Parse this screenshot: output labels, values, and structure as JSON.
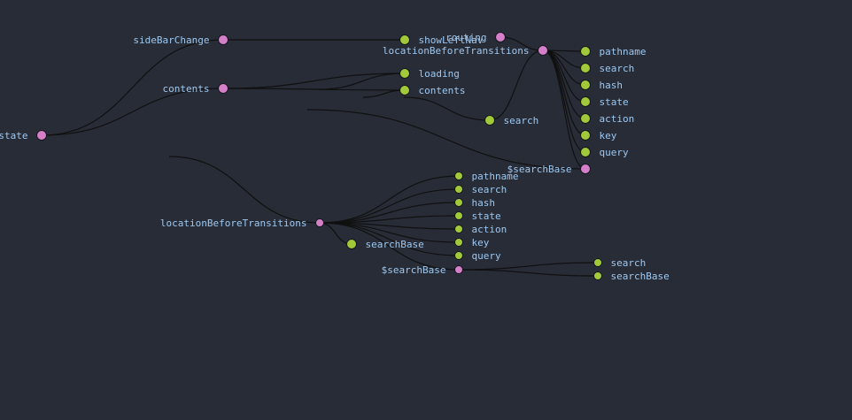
{
  "colors": {
    "background": "#282c37",
    "link": "#101010",
    "label": "#9ec8f0",
    "branch_node": "#d57fc9",
    "leaf_node": "#a2c93a",
    "node_stroke": "#15171d"
  },
  "nodes": [
    {
      "id": "state",
      "label": "state",
      "kind": "branch"
    },
    {
      "id": "sideBarChange",
      "label": "sideBarChange",
      "kind": "branch"
    },
    {
      "id": "contents",
      "label": "contents",
      "kind": "branch"
    },
    {
      "id": "showLeftNav",
      "label": "showLeftNav",
      "kind": "leaf"
    },
    {
      "id": "routing",
      "label": "routing",
      "kind": "branch"
    },
    {
      "id": "lbt_top",
      "label": "locationBeforeTransitions",
      "kind": "branch"
    },
    {
      "id": "loading",
      "label": "loading",
      "kind": "leaf"
    },
    {
      "id": "contents2",
      "label": "contents",
      "kind": "leaf"
    },
    {
      "id": "p1",
      "label": "pathname",
      "kind": "leaf"
    },
    {
      "id": "s1",
      "label": "search",
      "kind": "leaf"
    },
    {
      "id": "h1",
      "label": "hash",
      "kind": "leaf"
    },
    {
      "id": "st1",
      "label": "state",
      "kind": "leaf"
    },
    {
      "id": "a1",
      "label": "action",
      "kind": "leaf"
    },
    {
      "id": "k1",
      "label": "key",
      "kind": "leaf"
    },
    {
      "id": "q1",
      "label": "query",
      "kind": "leaf"
    },
    {
      "id": "search_mid",
      "label": "search",
      "kind": "leaf"
    },
    {
      "id": "sb1",
      "label": "$searchBase",
      "kind": "branch"
    },
    {
      "id": "lbt_bottom",
      "label": "locationBeforeTransitions",
      "kind": "branch"
    },
    {
      "id": "searchBase_mid",
      "label": "searchBase",
      "kind": "leaf"
    },
    {
      "id": "p2",
      "label": "pathname",
      "kind": "leaf"
    },
    {
      "id": "s2",
      "label": "search",
      "kind": "leaf"
    },
    {
      "id": "h2",
      "label": "hash",
      "kind": "leaf"
    },
    {
      "id": "st2",
      "label": "state",
      "kind": "leaf"
    },
    {
      "id": "a2",
      "label": "action",
      "kind": "leaf"
    },
    {
      "id": "k2",
      "label": "key",
      "kind": "leaf"
    },
    {
      "id": "q2",
      "label": "query",
      "kind": "leaf"
    },
    {
      "id": "sb2",
      "label": "$searchBase",
      "kind": "branch"
    },
    {
      "id": "s3",
      "label": "search",
      "kind": "leaf"
    },
    {
      "id": "searchBase3",
      "label": "searchBase",
      "kind": "leaf"
    }
  ],
  "links": [
    [
      "state",
      "sideBarChange"
    ],
    [
      "state",
      "contents"
    ],
    [
      "sideBarChange",
      "showLeftNav"
    ],
    [
      "contents",
      "loading"
    ],
    [
      "contents",
      "contents2"
    ],
    [
      "routing",
      "lbt_top"
    ],
    [
      "lbt_top",
      "p1"
    ],
    [
      "lbt_top",
      "s1"
    ],
    [
      "lbt_top",
      "h1"
    ],
    [
      "lbt_top",
      "st1"
    ],
    [
      "lbt_top",
      "a1"
    ],
    [
      "lbt_top",
      "k1"
    ],
    [
      "lbt_top",
      "q1"
    ],
    [
      "lbt_top",
      "search_mid"
    ],
    [
      "lbt_top",
      "sb1"
    ],
    [
      "lbt_bottom",
      "p2"
    ],
    [
      "lbt_bottom",
      "s2"
    ],
    [
      "lbt_bottom",
      "h2"
    ],
    [
      "lbt_bottom",
      "st2"
    ],
    [
      "lbt_bottom",
      "a2"
    ],
    [
      "lbt_bottom",
      "k2"
    ],
    [
      "lbt_bottom",
      "q2"
    ],
    [
      "lbt_bottom",
      "searchBase_mid"
    ],
    [
      "lbt_bottom",
      "sb2"
    ],
    [
      "sb2",
      "s3"
    ],
    [
      "sb2",
      "searchBase3"
    ]
  ]
}
